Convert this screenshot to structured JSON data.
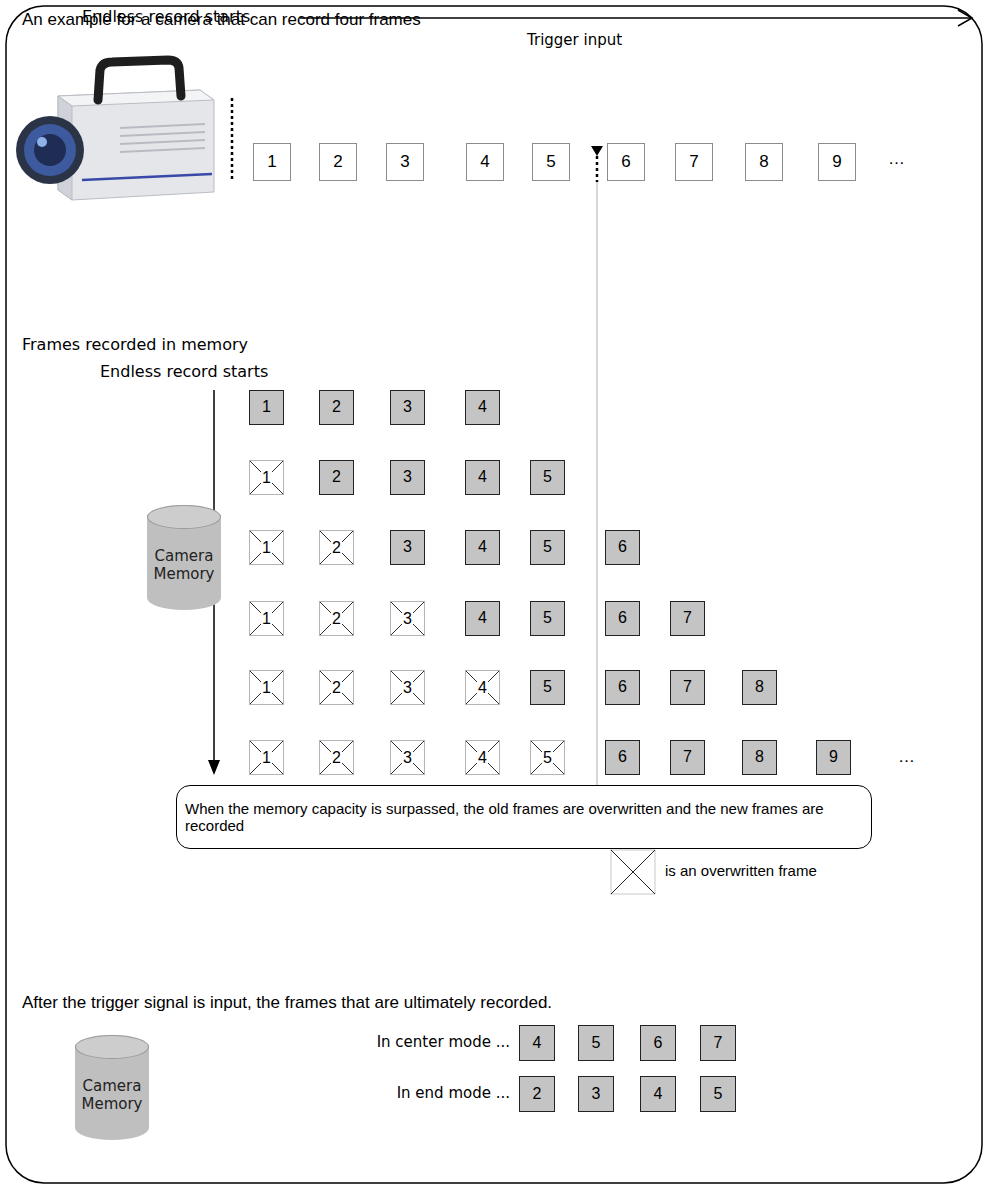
{
  "diagram": {
    "title": "An example for a camera that can record four frames",
    "nodes": [
      {
        "text": [
          "1"
        ]
      },
      {
        "text": [
          "2"
        ]
      },
      {
        "text": [
          "3"
        ]
      },
      {
        "text": [
          "4"
        ]
      },
      {
        "text": [
          "5"
        ]
      },
      {
        "text": [
          "6"
        ]
      },
      {
        "text": [
          "7"
        ]
      },
      {
        "text": [
          "8"
        ]
      },
      {
        "text": [
          "9"
        ]
      },
      {
        "text": [
          "1"
        ]
      },
      {
        "text": [
          "2"
        ]
      },
      {
        "text": [
          "3"
        ]
      },
      {
        "text": [
          "4"
        ]
      },
      {
        "text": [
          "1"
        ]
      },
      {
        "text": [
          "2"
        ]
      },
      {
        "text": [
          "3"
        ]
      },
      {
        "text": [
          "4"
        ]
      },
      {
        "text": [
          "5"
        ]
      },
      {
        "text": [
          "1"
        ]
      },
      {
        "text": [
          "2"
        ]
      },
      {
        "text": [
          "3"
        ]
      },
      {
        "text": [
          "4"
        ]
      },
      {
        "text": [
          "5"
        ]
      },
      {
        "text": [
          "6"
        ]
      },
      {
        "text": [
          "1"
        ]
      },
      {
        "text": [
          "2"
        ]
      },
      {
        "text": [
          "3"
        ]
      },
      {
        "text": [
          "4"
        ]
      },
      {
        "text": [
          "5"
        ]
      },
      {
        "text": [
          "6"
        ]
      },
      {
        "text": [
          "7"
        ]
      },
      {
        "text": [
          "1"
        ]
      },
      {
        "text": [
          "2"
        ]
      },
      {
        "text": [
          "3"
        ]
      },
      {
        "text": [
          "4"
        ]
      },
      {
        "text": [
          "5"
        ]
      },
      {
        "text": [
          "6"
        ]
      },
      {
        "text": [
          "7"
        ]
      },
      {
        "text": [
          "8"
        ]
      },
      {
        "text": [
          "1"
        ]
      },
      {
        "text": [
          "2"
        ]
      },
      {
        "text": [
          "3"
        ]
      },
      {
        "text": [
          "4"
        ]
      },
      {
        "text": [
          "5"
        ]
      },
      {
        "text": [
          "6"
        ]
      },
      {
        "text": [
          "7"
        ]
      },
      {
        "text": [
          "8"
        ]
      },
      {
        "text": [
          "9"
        ]
      },
      {
        "text": [
          "Camera Memory"
        ]
      },
      {
        "text": [
          "When the memory capacity is surpassed, the old frames are overwritten and the new frames are recorded"
        ]
      },
      {
        "text": [
          "Camera Memory"
        ]
      },
      {
        "text": [
          "4"
        ]
      },
      {
        "text": [
          "5"
        ]
      },
      {
        "text": [
          "6"
        ]
      },
      {
        "text": [
          "7"
        ]
      },
      {
        "text": [
          "2"
        ]
      },
      {
        "text": [
          "3"
        ]
      },
      {
        "text": [
          "4"
        ]
      },
      {
        "text": [
          "5"
        ]
      }
    ],
    "labels": [
      "Endless record starts",
      "Trigger input",
      "…",
      "Frames recorded in memory",
      "Endless record starts",
      "…",
      "After the trigger signal is input, the frames that are ultimately recorded.",
      "In center mode ...",
      "In end mode ..."
    ],
    "legend": [
      {
        "text": "is an overwritten frame"
      }
    ]
  }
}
